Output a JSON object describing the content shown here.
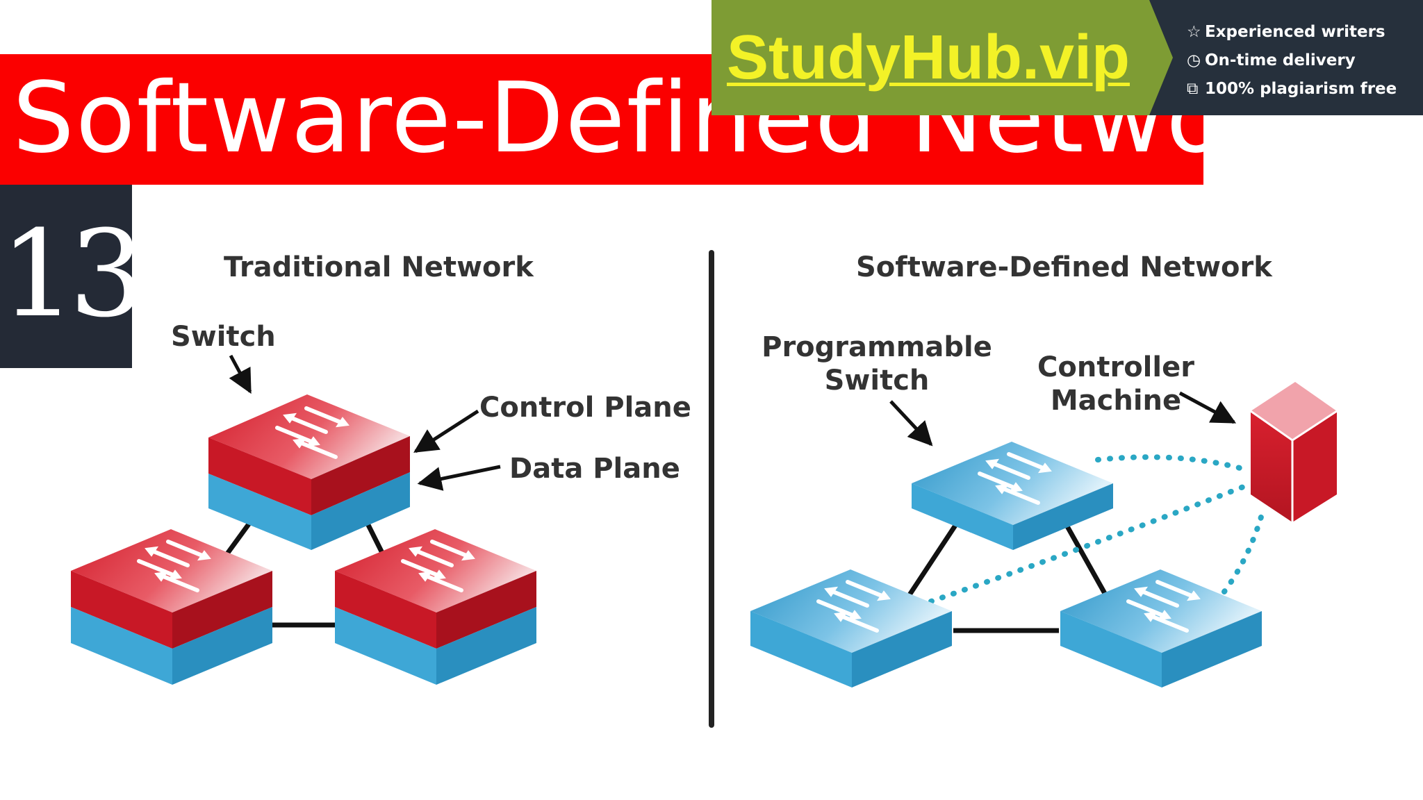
{
  "title": "Software-Defined Network",
  "number": "13",
  "promo": {
    "site": "StudyHub.vip",
    "features": [
      {
        "icon": "star-icon",
        "glyph": "☆",
        "text": "Experienced writers"
      },
      {
        "icon": "clock-icon",
        "glyph": "◷",
        "text": "On-time delivery"
      },
      {
        "icon": "copy-icon",
        "glyph": "⧉",
        "text": "100% plagiarism free"
      }
    ]
  },
  "diagram": {
    "left_panel": {
      "heading": "Traditional Network",
      "switch_label": "Switch",
      "control_plane_label": "Control Plane",
      "data_plane_label": "Data Plane"
    },
    "right_panel": {
      "heading": "Software-Defined Network",
      "programmable_switch_label_line1": "Programmable",
      "programmable_switch_label_line2": "Switch",
      "controller_label_line1": "Controller",
      "controller_label_line2": "Machine"
    }
  },
  "colors": {
    "title_red": "#fb0000",
    "navy": "#242a36",
    "promo_green": "#7e9c34",
    "promo_yellow": "#f3f227",
    "switch_red": "#d3202e",
    "switch_blue": "#3ea7d6",
    "dotted_link": "#2aa7c4"
  }
}
